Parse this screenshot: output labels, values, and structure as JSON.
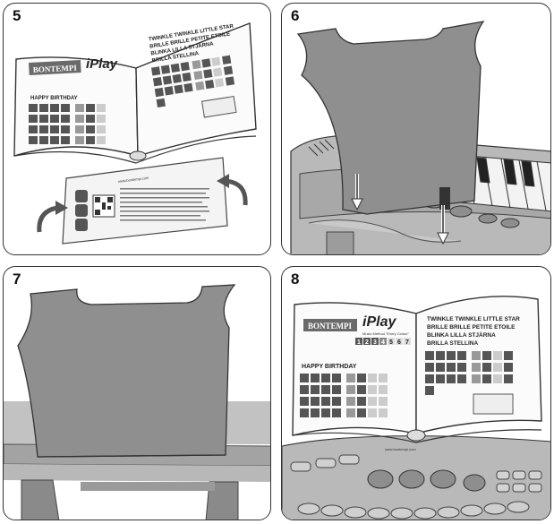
{
  "steps": [
    {
      "number": "5"
    },
    {
      "number": "6"
    },
    {
      "number": "7"
    },
    {
      "number": "8"
    }
  ],
  "book": {
    "brand": "BONTEMPI",
    "logo": "iPlay",
    "method_label": "Music Method \"Every Colour\"",
    "number_strip": [
      "1",
      "2",
      "3",
      "4",
      "5",
      "6",
      "7"
    ],
    "left_song": "HAPPY BIRTHDAY",
    "right_songs": [
      "TWINKLE TWINKLE LITTLE STAR",
      "BRILLE BRILLE PETITE ETOILE",
      "BLINKA LILLA STJÄRNA",
      "BRILLA STELLINA"
    ],
    "website": "www.bontempi.com"
  },
  "icons": [
    "youtube-icon",
    "facebook-icon",
    "instagram-icon",
    "qr-code-icon",
    "rotate-arrow-icon",
    "down-arrow-icon"
  ],
  "colors": {
    "stand_fill": "#8f8f8f",
    "keyboard_fill": "#b9b9b9",
    "outline": "#333333"
  }
}
